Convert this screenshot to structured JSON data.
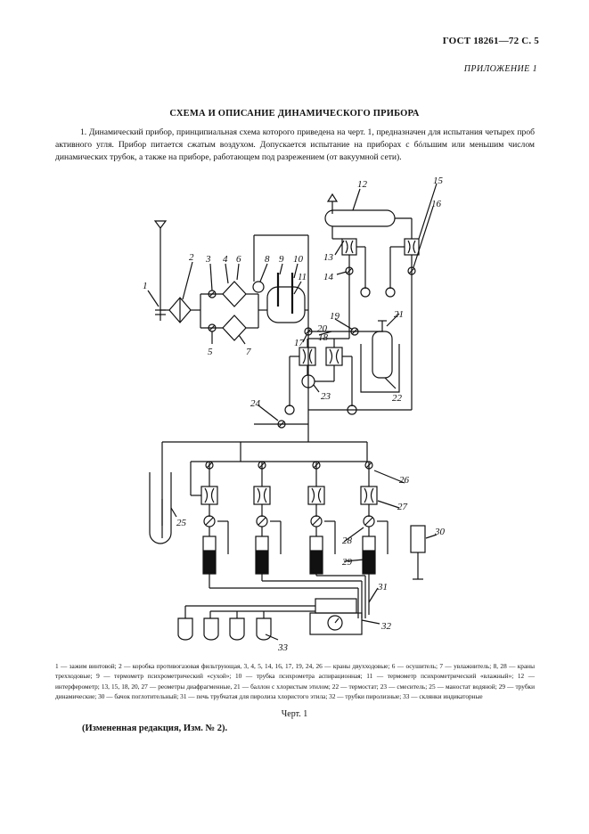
{
  "header": {
    "standard": "ГОСТ 18261—72 С. 5",
    "appendix": "ПРИЛОЖЕНИЕ 1"
  },
  "section": {
    "title": "СХЕМА И ОПИСАНИЕ ДИНАМИЧЕСКОГО ПРИБОРА",
    "paragraph": "1. Динамический прибор, принципиальная схема которого приведена на черт. 1, предназначен для испытания четырех проб активного угля. Прибор питается сжатым воздухом. Допускается испытание на приборах с бóльшим или меньшим числом динамических трубок, а также на приборе, работающем под разрежением (от вакуумной сети)."
  },
  "diagram": {
    "labels": [
      "1",
      "2",
      "3",
      "4",
      "5",
      "6",
      "7",
      "8",
      "9",
      "10",
      "11",
      "12",
      "13",
      "14",
      "15",
      "16",
      "17",
      "18",
      "19",
      "20",
      "21",
      "22",
      "23",
      "24",
      "25",
      "26",
      "27",
      "28",
      "29",
      "30",
      "31",
      "32",
      "33"
    ]
  },
  "legend": {
    "text": "1 — зажим винтовой; 2 — коробка противогазовая фильтрующая, 3, 4, 5, 14, 16, 17, 19, 24, 26 — краны двухходовые; 6 — осушитель; 7 — увлажнитель; 8, 28 — краны трехходовые; 9 — термометр психрометрический «сухой»; 10 — трубка психрометра аспирационная; 11 — термометр психрометрический «влажный»; 12 — интерферометр; 13, 15, 18, 20, 27 — реометры диафрагменные, 21 — баллон с хлористым этилом; 22 — термостат; 23 — смеситель; 25 — маностат водяной; 29 — трубки динамические; 30 — бачок поглотительный; 31 — печь трубчатая для пиролиза хлористого этила; 32 — трубки пиролизные; 33 — склянки индикаторные"
  },
  "caption": "Черт. 1",
  "note": "(Измененная редакция, Изм. № 2)."
}
